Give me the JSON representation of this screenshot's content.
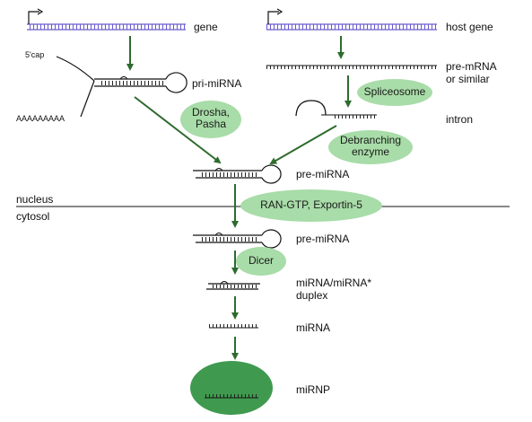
{
  "labels": {
    "gene": "gene",
    "host_gene": "host gene",
    "five_cap": "5'cap",
    "poly_a": "AAAAAAAAA",
    "pri_mirna": "pri-miRNA",
    "pre_mrna_line1": "pre-mRNA",
    "pre_mrna_line2": "or similar",
    "intron": "intron",
    "pre_mirna_nuclear": "pre-miRNA",
    "nucleus": "nucleus",
    "cytosol": "cytosol",
    "pre_mirna_cyto": "pre-miRNA",
    "duplex_line1": "miRNA/miRNA*",
    "duplex_line2": "duplex",
    "mirna": "miRNA",
    "mirnp": "miRNP"
  },
  "enzymes": {
    "drosha_line1": "Drosha,",
    "drosha_line2": "Pasha",
    "spliceosome": "Spliceosome",
    "debranching_line1": "Debranching",
    "debranching_line2": "enzyme",
    "ran_exportin": "RAN-GTP, Exportin-5",
    "dicer": "Dicer"
  },
  "colors": {
    "arrow": "#2e6b2e",
    "bubble_fill": "#a8dca8",
    "mirnp_fill": "#3f9a4f",
    "gene_blue": "#6a5acd"
  }
}
